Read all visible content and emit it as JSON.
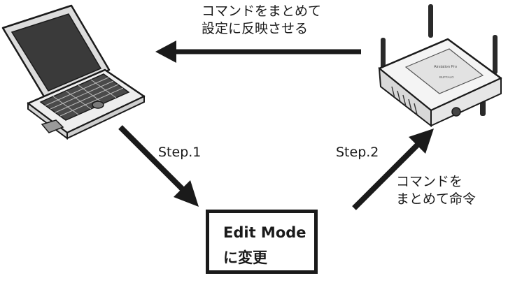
{
  "top_caption": {
    "line1": "コマンドをまとめて",
    "line2": "設定に反映させる"
  },
  "step1": "Step.1",
  "step2": "Step.2",
  "side_caption": {
    "line1": "コマンドを",
    "line2": "まとめて命令"
  },
  "edit_box": {
    "line1": "Edit Mode",
    "line2": "に変更"
  },
  "router": {
    "logo_text": "Airstation Pro",
    "sub_text": "BUFFALO"
  },
  "colors": {
    "ink": "#1a1a1a",
    "laptop_body": "#eeeeee",
    "router_body": "#f1f1f1",
    "background": "#ffffff"
  }
}
